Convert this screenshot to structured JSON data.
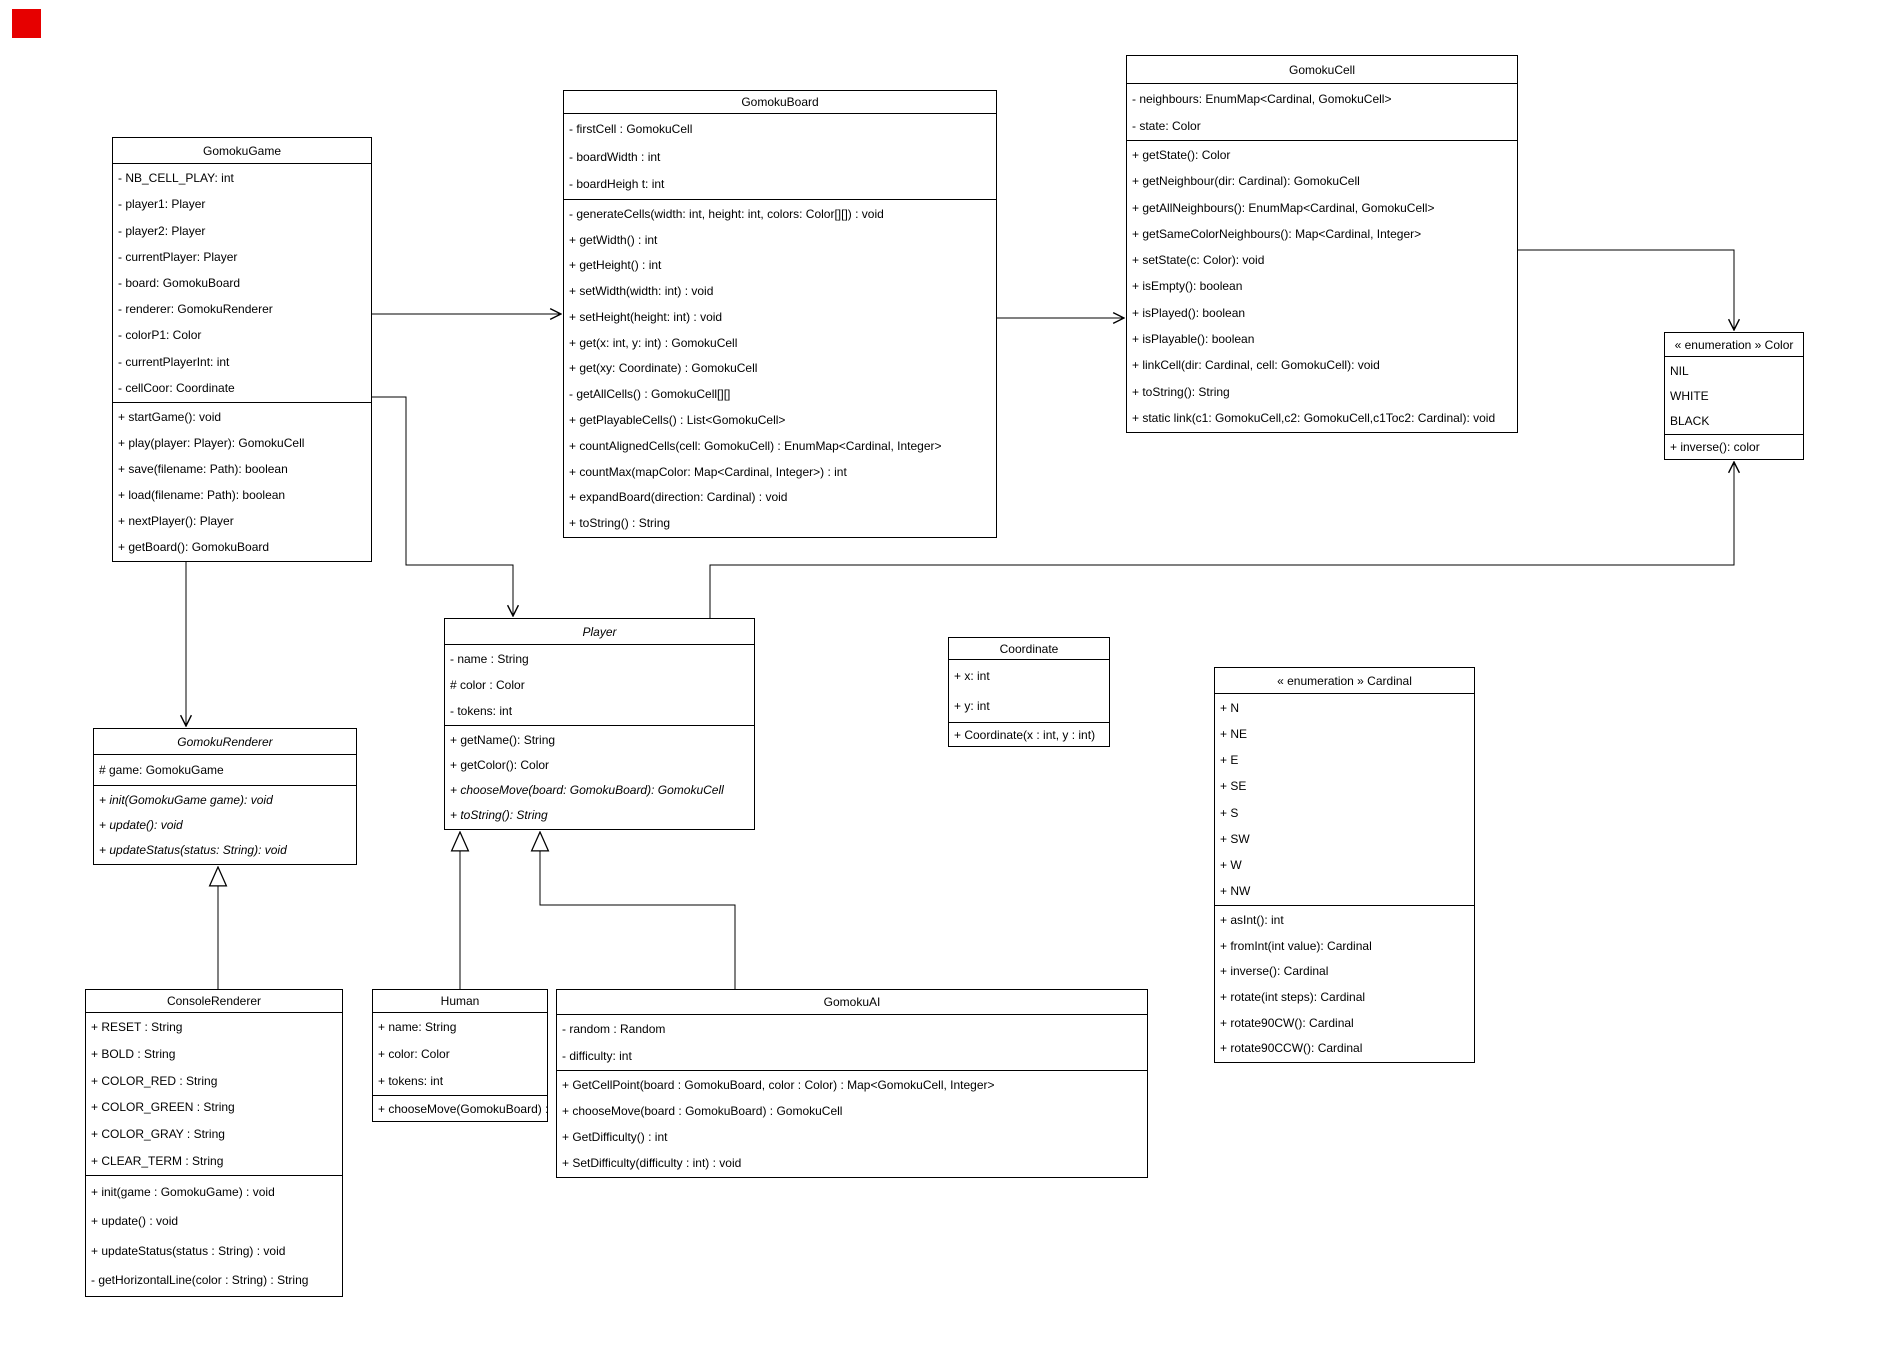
{
  "marker": {
    "red_square_color": "#e60000"
  },
  "edge_stroke_color": "#000000",
  "classes": {
    "gomokuGame": {
      "title": "GomokuGame",
      "attributes": [
        "- NB_CELL_PLAY: int",
        "- player1: Player",
        "- player2: Player",
        "- currentPlayer: Player",
        "- board: GomokuBoard",
        "- renderer: GomokuRenderer",
        "- colorP1: Color",
        "- currentPlayerInt: int",
        "- cellCoor: Coordinate"
      ],
      "methods": [
        "+ startGame(): void",
        "+ play(player: Player): GomokuCell",
        "+ save(filename: Path): boolean",
        "+ load(filename: Path): boolean",
        "+ nextPlayer(): Player",
        "+ getBoard(): GomokuBoard"
      ]
    },
    "gomokuBoard": {
      "title": "GomokuBoard",
      "attributes": [
        "- firstCell : GomokuCell",
        "- boardWidth : int",
        "- boardHeigh t: int"
      ],
      "methods": [
        "- generateCells(width: int, height: int, colors: Color[][]) : void",
        "+ getWidth() : int",
        "+ getHeight() : int",
        "+ setWidth(width: int) : void",
        "+ setHeight(height: int) : void",
        "+ get(x: int, y: int) : GomokuCell",
        "+ get(xy: Coordinate) : GomokuCell",
        "- getAllCells() : GomokuCell[][]",
        "+ getPlayableCells() : List<GomokuCell>",
        "+ countAlignedCells(cell: GomokuCell) : EnumMap<Cardinal, Integer>",
        "+ countMax(mapColor: Map<Cardinal, Integer>) : int",
        "+ expandBoard(direction: Cardinal) : void",
        "+ toString() : String"
      ]
    },
    "gomokuCell": {
      "title": "GomokuCell",
      "attributes": [
        "- neighbours: EnumMap<Cardinal, GomokuCell>",
        "- state: Color"
      ],
      "methods": [
        "+ getState(): Color",
        "+ getNeighbour(dir: Cardinal): GomokuCell",
        "+ getAllNeighbours(): EnumMap<Cardinal, GomokuCell>",
        "+ getSameColorNeighbours(): Map<Cardinal, Integer>",
        "+ setState(c: Color): void",
        "+ isEmpty(): boolean",
        "+ isPlayed(): boolean",
        "+ isPlayable(): boolean",
        "+ linkCell(dir: Cardinal, cell: GomokuCell): void",
        "+ toString(): String",
        "+ static link(c1: GomokuCell,c2: GomokuCell,c1Toc2: Cardinal): void"
      ]
    },
    "colorEnum": {
      "title": "« enumeration » Color",
      "values": [
        "NIL",
        "WHITE",
        "BLACK"
      ],
      "methods": [
        "+ inverse(): color"
      ]
    },
    "player": {
      "title": "Player",
      "attributes": [
        "- name : String",
        "# color : Color",
        "- tokens: int"
      ],
      "methods": [
        "+ getName(): String",
        "+ getColor(): Color",
        {
          "t": "+ chooseMove(board: GomokuBoard): GomokuCell",
          "i": true
        },
        {
          "t": "+ toString(): String",
          "i": true
        }
      ]
    },
    "coordinate": {
      "title": "Coordinate",
      "attributes": [
        "+ x: int",
        "+ y: int"
      ],
      "methods": [
        "+ Coordinate(x : int, y : int)"
      ]
    },
    "cardinalEnum": {
      "title": "« enumeration » Cardinal",
      "values": [
        "+ N",
        "+ NE",
        "+ E",
        "+ SE",
        "+ S",
        "+ SW",
        "+ W",
        "+ NW"
      ],
      "methods": [
        "+ asInt(): int",
        "+ fromInt(int value): Cardinal",
        "+ inverse(): Cardinal",
        "+ rotate(int steps): Cardinal",
        "+ rotate90CW(): Cardinal",
        "+ rotate90CCW(): Cardinal"
      ]
    },
    "gomokuRenderer": {
      "title": "GomokuRenderer",
      "attributes": [
        "# game: GomokuGame"
      ],
      "methods": [
        {
          "t": "+ init(GomokuGame game): void",
          "i": true
        },
        {
          "t": "+ update(): void",
          "i": true
        },
        {
          "t": "+ updateStatus(status: String): void",
          "i": true
        }
      ]
    },
    "consoleRenderer": {
      "title": "ConsoleRenderer",
      "attributes": [
        "+ RESET : String",
        "+ BOLD : String",
        "+ COLOR_RED : String",
        "+ COLOR_GREEN : String",
        "+ COLOR_GRAY : String",
        "+ CLEAR_TERM : String"
      ],
      "methods": [
        "+ init(game : GomokuGame) : void",
        "+ update() : void",
        "+ updateStatus(status : String) : void",
        "- getHorizontalLine(color : String) : String"
      ]
    },
    "human": {
      "title": "Human",
      "attributes": [
        "+ name: String",
        "+ color: Color",
        "+ tokens: int"
      ],
      "methods": [
        "+ chooseMove(GomokuBoard) : GomokuCell"
      ]
    },
    "gomokuAI": {
      "title": "GomokuAI",
      "attributes": [
        "- random : Random",
        "- difficulty: int"
      ],
      "methods": [
        "+ GetCellPoint(board : GomokuBoard, color : Color) : Map<GomokuCell, Integer>",
        "+ chooseMove(board : GomokuBoard) : GomokuCell",
        "+ GetDifficulty() : int",
        "+ SetDifficulty(difficulty : int) : void"
      ]
    }
  }
}
